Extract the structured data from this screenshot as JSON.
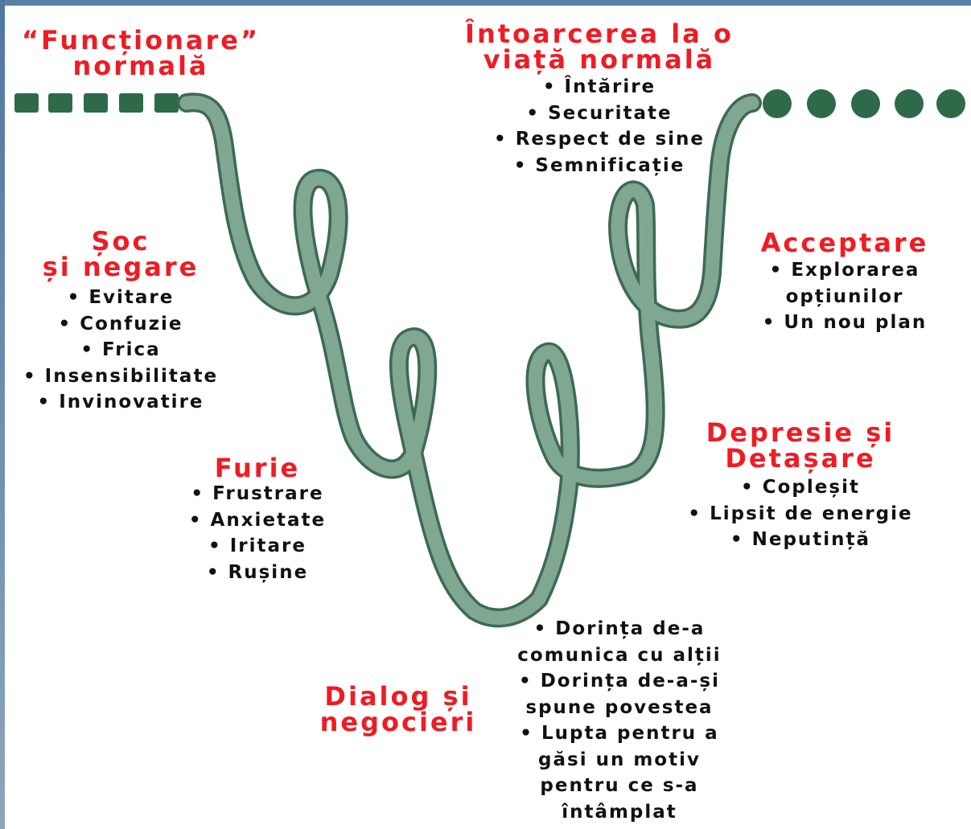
{
  "stages": {
    "normal": {
      "title_line1": "“Funcționare”",
      "title_line2": "normală"
    },
    "shock": {
      "title_line1": "Șoc",
      "title_line2": "și negare",
      "items": [
        "• Evitare",
        "• Confuzie",
        "• Frica",
        "• Insensibilitate",
        "• Invinovatire"
      ]
    },
    "anger": {
      "title": "Furie",
      "items": [
        "• Frustrare",
        "• Anxietate",
        "• Iritare",
        "• Rușine"
      ]
    },
    "bargaining": {
      "title_line1": "Dialog și",
      "title_line2": "negocieri",
      "items": [
        "• Dorința de-a",
        "comunica cu alții",
        "• Dorința de-a-și",
        "spune povestea",
        "• Lupta pentru a",
        "găsi un motiv",
        "pentru ce s-a",
        "întâmplat"
      ]
    },
    "depression": {
      "title_line1": "Depresie și",
      "title_line2": "Detașare",
      "items": [
        "• Copleșit",
        "• Lipsit de energie",
        "• Neputință"
      ]
    },
    "acceptance": {
      "title": "Acceptare",
      "items": [
        "• Explorarea",
        "opțiunilor",
        "• Un nou plan"
      ]
    },
    "return": {
      "title_line1": "Întoarcerea la o",
      "title_line2": "viață normală",
      "items": [
        "• Întărire",
        "• Securitate",
        "• Respect de sine",
        "• Semnificație"
      ]
    }
  },
  "colors": {
    "title": "#ee1c24",
    "text": "#111111",
    "ribbon": "#7fa792",
    "ribbon_edge": "#3d6a54",
    "markers": "#2e6a4a"
  }
}
